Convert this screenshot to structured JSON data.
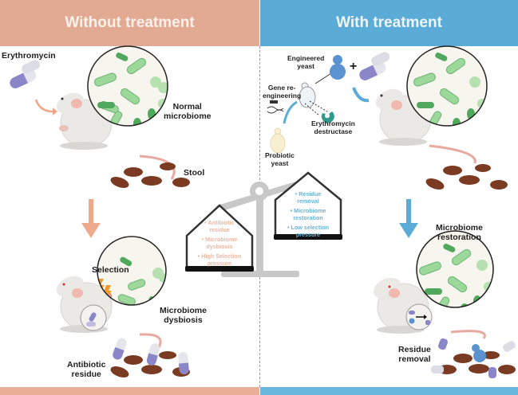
{
  "headers": {
    "left": "Without treatment",
    "right": "With treatment"
  },
  "colors": {
    "left_accent": "#e2aa92",
    "right_accent": "#5aacd6",
    "bacteria_green": "#7ccf86",
    "stool_brown": "#7a3b22",
    "pill_purple": "#8a86c8",
    "scale_gray": "#c8c8c8"
  },
  "left_panel": {
    "drug_label": "Erythromycin",
    "normal_label_line1": "Normal",
    "normal_label_line2": "microbiome",
    "stool_label": "Stool",
    "selection_label": "Selection",
    "dysbiosis_line1": "Microbiome",
    "dysbiosis_line2": "dysbiosis",
    "residue_line1": "Antibiotic",
    "residue_line2": "residue"
  },
  "right_panel": {
    "engineered_line1": "Engineered",
    "engineered_line2": "yeast",
    "gene_line1": "Gene re-",
    "gene_line2": "engineering",
    "destructase_line1": "Erythromycin",
    "destructase_line2": "destructase",
    "probiotic_line1": "Probiotic",
    "probiotic_line2": "yeast",
    "plus_sign": "+",
    "restoration_line1": "Microbiome",
    "restoration_line2": "restoration",
    "removal_line1": "Residue",
    "removal_line2": "removal"
  },
  "scale": {
    "left_pan": [
      [
        "• Antibiotic",
        "residue"
      ],
      [
        "• Microbiome",
        "dysbiosis"
      ],
      [
        "• High Selection",
        "pressure"
      ]
    ],
    "right_pan": [
      [
        "• Residue",
        "removal"
      ],
      [
        "• Microbiome",
        "restoration"
      ],
      [
        "• Low selection",
        "pressure"
      ]
    ]
  }
}
